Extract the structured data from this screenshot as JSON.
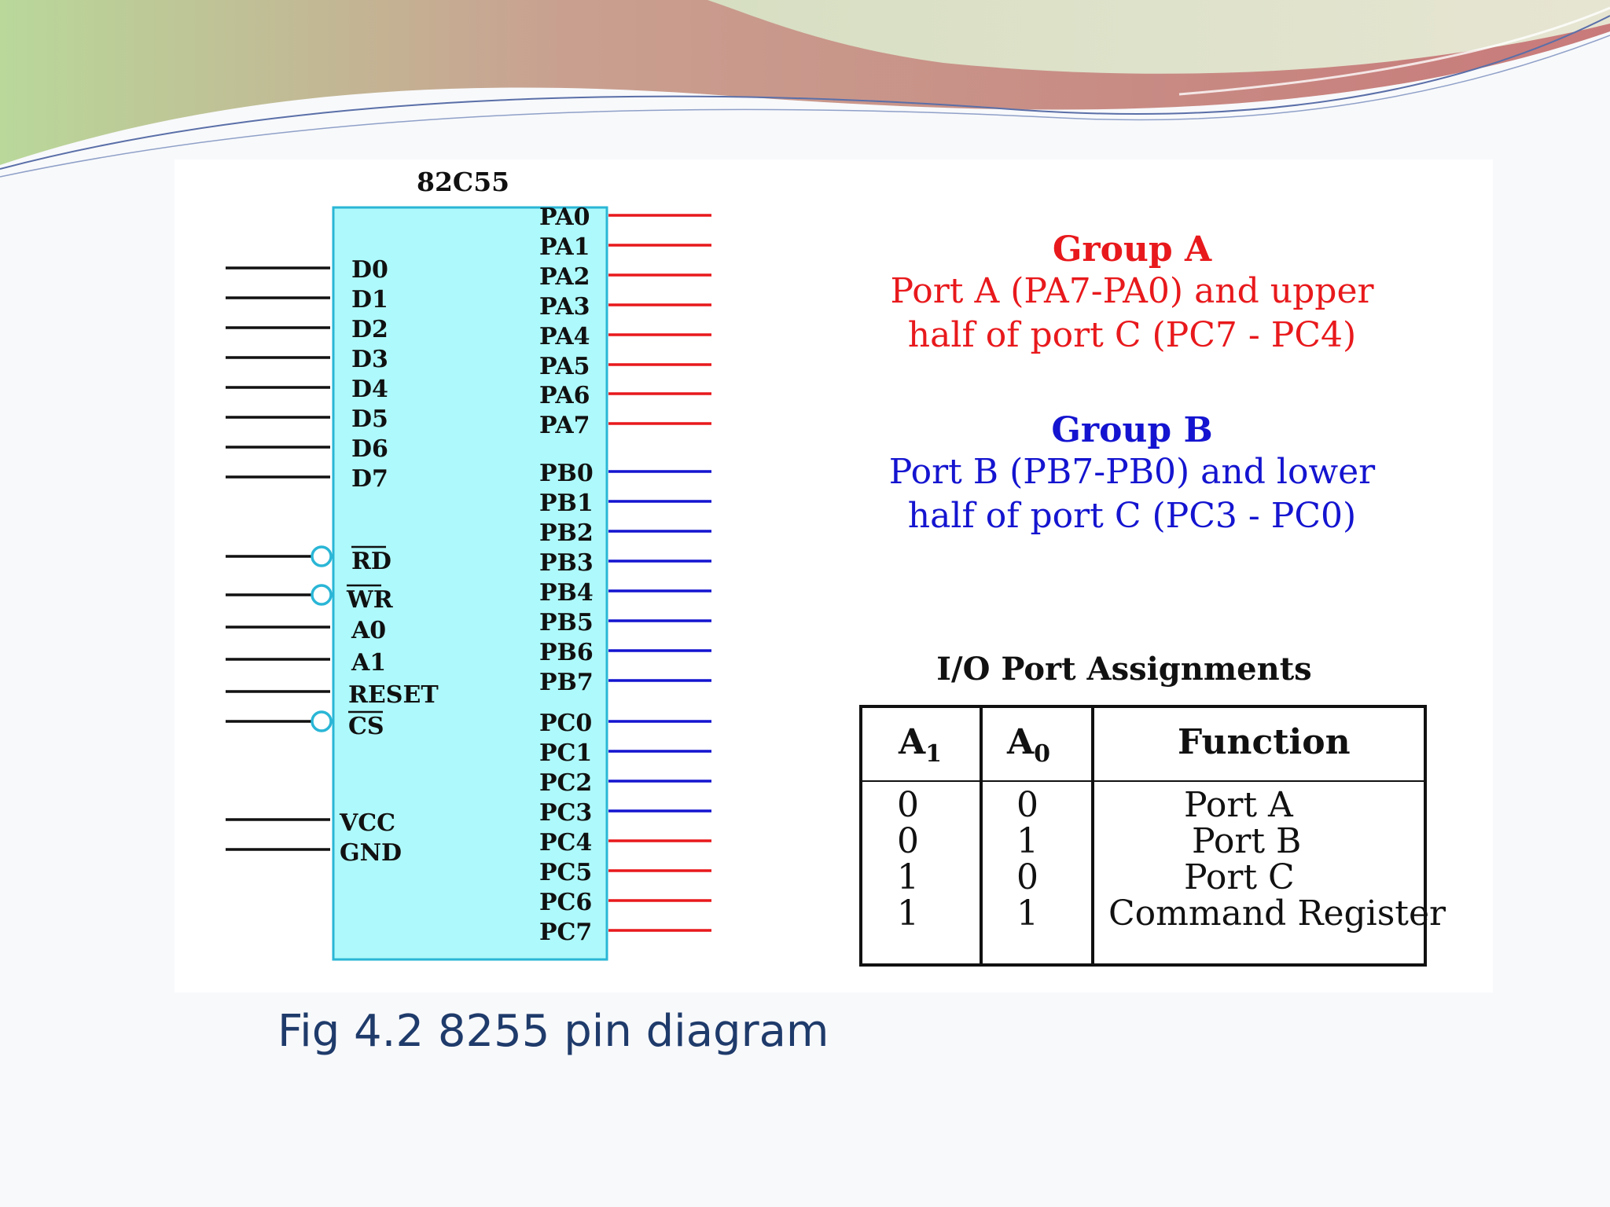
{
  "chip": {
    "title": "82C55",
    "left_pins": [
      "D0",
      "D1",
      "D2",
      "D3",
      "D4",
      "D5",
      "D6",
      "D7",
      "RD",
      "WR",
      "A0",
      "A1",
      "RESET",
      "CS",
      "VCC",
      "GND"
    ],
    "port_a_pins": [
      "PA0",
      "PA1",
      "PA2",
      "PA3",
      "PA4",
      "PA5",
      "PA6",
      "PA7"
    ],
    "port_b_pins": [
      "PB0",
      "PB1",
      "PB2",
      "PB3",
      "PB4",
      "PB5",
      "PB6",
      "PB7"
    ],
    "port_c_pins": [
      "PC0",
      "PC1",
      "PC2",
      "PC3",
      "PC4",
      "PC5",
      "PC6",
      "PC7"
    ]
  },
  "group_a": {
    "title": "Group A",
    "line1": "Port A (PA7-PA0) and upper",
    "line2": "half of port C (PC7 - PC4)"
  },
  "group_b": {
    "title": "Group B",
    "line1": "Port B (PB7-PB0) and lower",
    "line2": "half of port C (PC3 - PC0)"
  },
  "table": {
    "title": "I/O Port Assignments",
    "headers": {
      "a1": "A",
      "a1_sub": "1",
      "a0": "A",
      "a0_sub": "0",
      "function": "Function"
    },
    "rows": [
      {
        "a1": "0",
        "a0": "0",
        "function": "Port A"
      },
      {
        "a1": "0",
        "a0": "1",
        "function": "Port B"
      },
      {
        "a1": "1",
        "a0": "0",
        "function": "Port C"
      },
      {
        "a1": "1",
        "a0": "1",
        "function": "Command Register"
      }
    ]
  },
  "caption": "Fig 4.2 8255 pin diagram",
  "colors": {
    "chip_fill": "#aef9fb",
    "chip_border": "#2ab6d6",
    "group_a": "#e8191c",
    "group_b": "#1414d0",
    "caption": "#1f3b6b"
  }
}
